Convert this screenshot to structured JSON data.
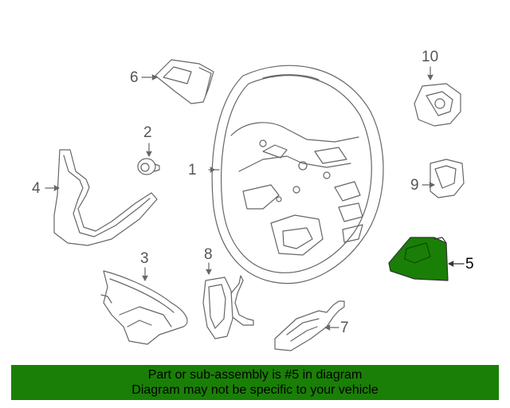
{
  "callouts": {
    "p1": "1",
    "p2": "2",
    "p3": "3",
    "p4": "4",
    "p5": "5",
    "p6": "6",
    "p7": "7",
    "p8": "8",
    "p9": "9",
    "p10": "10"
  },
  "highlight": {
    "part_number": "5",
    "color": "#1a7f06"
  },
  "banner": {
    "line1": "Part or sub-assembly is #5 in diagram",
    "line2": "Diagram may not be specific to your vehicle",
    "background": "#1a7f06"
  }
}
